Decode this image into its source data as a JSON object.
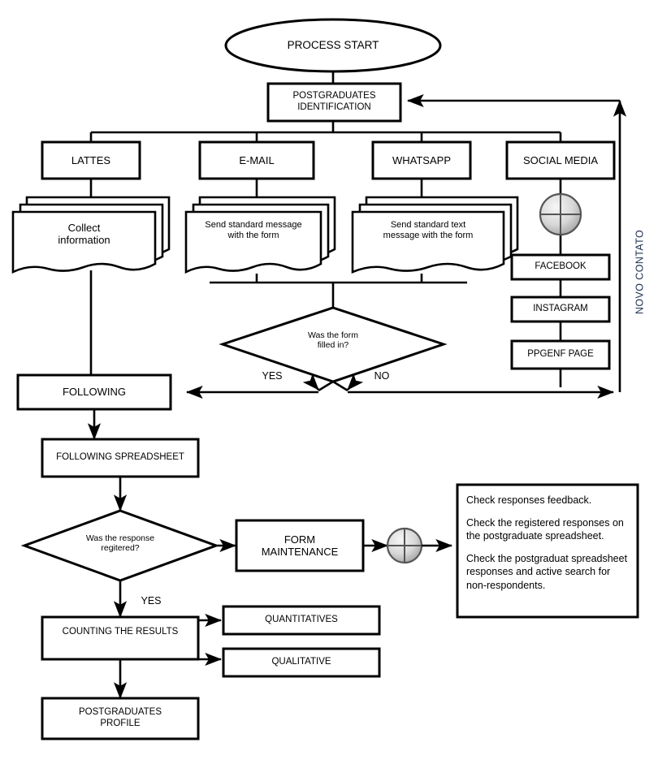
{
  "diagram": {
    "title_vertical_label": "NOVO CONTATO",
    "nodes": {
      "process_start": "PROCESS START",
      "postgraduates_identification": "POSTGRADUATES\nIDENTIFICATION",
      "lattes": "LATTES",
      "email": "E-MAIL",
      "whatsapp": "WHATSAPP",
      "social_media": "SOCIAL MEDIA",
      "collect_information": "Collect\ninformation",
      "send_standard_message": "Send standard message\nwith the form",
      "send_standard_text_message": "Send standard text\nmessage with the form",
      "facebook": "FACEBOOK",
      "instagram": "INSTAGRAM",
      "ppgenf_page": "PPGENF PAGE",
      "decision_form_filled": "Was the form\nfilled in?",
      "following": "FOLLOWING",
      "following_spreadsheet": "FOLLOWING SPREADSHEET",
      "decision_response_registered": "Was the response\nregitered?",
      "form_maintenance": "FORM\nMAINTENANCE",
      "counting_the_results": "COUNTING THE RESULTS",
      "quantitatives": "QUANTITATIVES",
      "qualitative": "QUALITATIVE",
      "postgraduates_profile": "POSTGRADUATES\nPROFILE"
    },
    "note": {
      "lines": [
        "Check responses feedback.",
        "Check the registered responses on the postgraduate spreadsheet.",
        "Check the postgraduat spreadsheet responses and active search for non-respondents."
      ]
    },
    "edge_labels": {
      "yes_form": "YES",
      "no_form": "NO",
      "yes_registered": "YES"
    },
    "colors": {
      "stroke": "#000000",
      "fill": "#ffffff",
      "junction_fill_light": "#f2f2f2",
      "junction_fill_dark": "#9a9a9a",
      "text": "#000000",
      "vertical_label": "#1f3050"
    }
  }
}
